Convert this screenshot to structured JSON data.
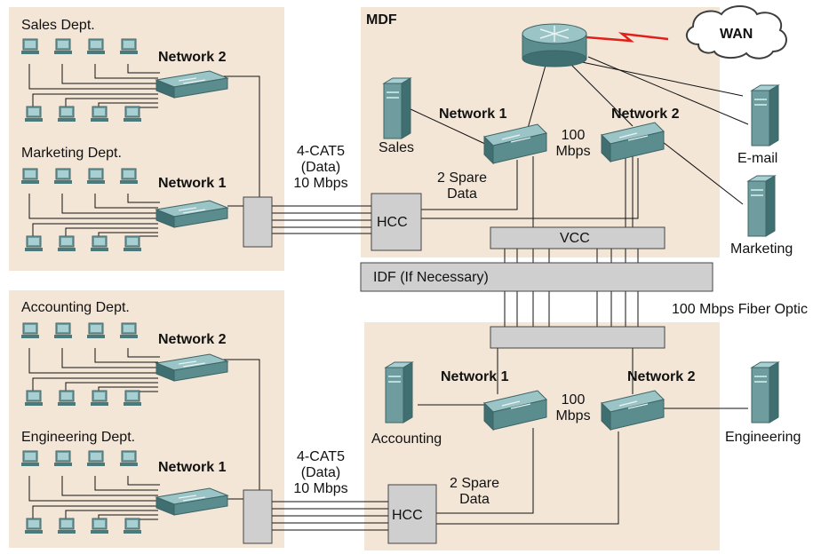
{
  "colors": {
    "panel": "#f3e6d6",
    "switch_body": "#5b8c8e",
    "switch_top": "#9bc4c6",
    "server": "#6f9c9e",
    "wan_link": "#e0201a",
    "box": "#cfcfcf"
  },
  "upper_left": {
    "dept_top": "Sales Dept.",
    "dept_bottom": "Marketing Dept.",
    "switch_top_label": "Network 2",
    "switch_bottom_label": "Network 1"
  },
  "lower_left": {
    "dept_top": "Accounting Dept.",
    "dept_bottom": "Engineering Dept.",
    "switch_top_label": "Network 2",
    "switch_bottom_label": "Network 1"
  },
  "cabling": {
    "upper": [
      "4-CAT5",
      "(Data)",
      "10 Mbps"
    ],
    "lower": [
      "4-CAT5",
      "(Data)",
      "10 Mbps"
    ]
  },
  "mdf": {
    "title": "MDF",
    "wan": "WAN",
    "switch_left_label": "Network 1",
    "switch_right_label": "Network 2",
    "speed": [
      "100",
      "Mbps"
    ],
    "spare": [
      "2 Spare",
      "Data"
    ],
    "hcc": "HCC",
    "vcc": "VCC",
    "server_sales": "Sales",
    "server_email": "E-mail",
    "server_marketing": "Marketing"
  },
  "idf_bar": "IDF (If Necessary)",
  "fiber": "100 Mbps Fiber Optic",
  "lower_right": {
    "switch_left_label": "Network 1",
    "switch_right_label": "Network 2",
    "speed": [
      "100",
      "Mbps"
    ],
    "spare": [
      "2 Spare",
      "Data"
    ],
    "hcc": "HCC",
    "server_accounting": "Accounting",
    "server_engineering": "Engineering"
  }
}
